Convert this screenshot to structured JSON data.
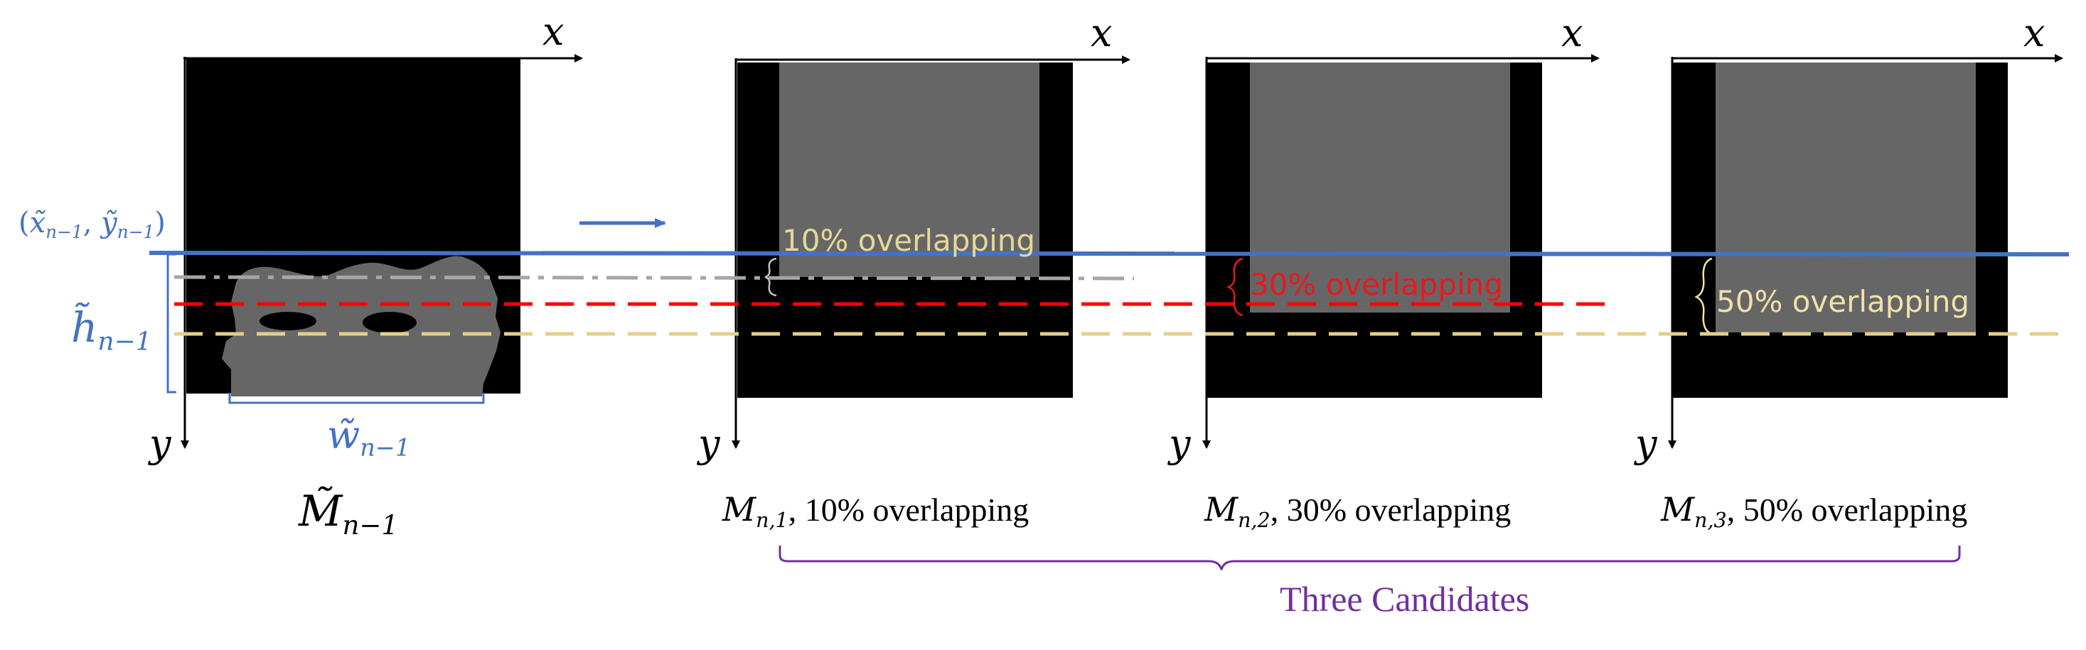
{
  "axes": {
    "x": "x",
    "y": "y"
  },
  "previous_mask": {
    "coord_label_prefix": "(",
    "coord_x": "x̃",
    "coord_y": "ỹ",
    "coord_sub": "n−1",
    "coord_sep": ", ",
    "coord_suffix": ")",
    "height_label": "h̃",
    "height_sub": "n−1",
    "width_label": "w̃",
    "width_sub": "n−1",
    "caption": "M̃",
    "caption_sub": "n−1"
  },
  "candidates": [
    {
      "symbol": "M",
      "sub": "n,1",
      "caption": ", 10% overlapping",
      "overlap_label": "10% overlapping",
      "overlap_color": "#e6d79a"
    },
    {
      "symbol": "M",
      "sub": "n,2",
      "caption": ", 30% overlapping",
      "overlap_label": "30% overlapping",
      "overlap_color": "#e8181c"
    },
    {
      "symbol": "M",
      "sub": "n,3",
      "caption": ", 50% overlapping",
      "overlap_label": "50% overlapping",
      "overlap_color": "#f0e2a8"
    }
  ],
  "group_label": "Three Candidates",
  "colors": {
    "blue": "#4472c4",
    "gray_line": "#a6a6a6",
    "red_line": "#ff0000",
    "gold_line": "#e3cf8e",
    "purple": "#7030a0",
    "mask_gray": "#666666"
  }
}
